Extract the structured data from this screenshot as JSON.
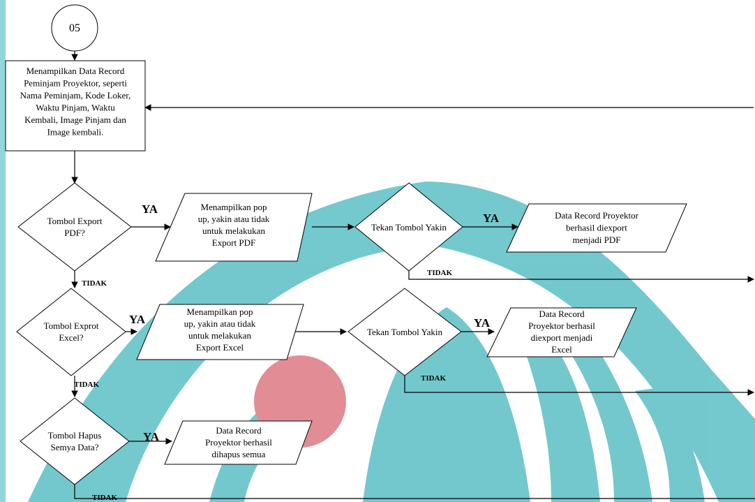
{
  "connector": "05",
  "nodes": {
    "record_process": [
      "Menampilkan Data Record",
      "Peminjam Proyektor, seperti",
      "Nama Peminjam, Kode Loker,",
      "Waktu Pinjam, Waktu",
      "Kembali, Image Pinjam dan",
      "Image kembali."
    ],
    "decision_pdf": [
      "Tombol Export",
      "PDF?"
    ],
    "popup_pdf": [
      "Menampilkan pop",
      "up, yakin atau tidak",
      "untuk melakukan",
      "Export PDF"
    ],
    "yakin_pdf": [
      "Tekan Tombol Yakin"
    ],
    "result_pdf": [
      "Data Record Proyektor",
      "berhasil diexport",
      "menjadi PDF"
    ],
    "decision_excel": [
      "Tombol Exprot",
      "Excel?"
    ],
    "popup_excel": [
      "Menampilkan pop",
      "up, yakin atau tidak",
      "untuk melakukan",
      "Export Excel"
    ],
    "yakin_excel": [
      "Tekan Tombol Yakin"
    ],
    "result_excel": [
      "Data Record",
      "Proyektor berhasil",
      "diexport menjadi",
      "Excel"
    ],
    "decision_hapus": [
      "Tombol Hapus",
      "Semya Data?"
    ],
    "result_hapus": [
      "Data Record",
      "Proyektor berhasil",
      "dihapus semua"
    ]
  },
  "labels": {
    "ya": "YA",
    "tidak": "TIDAK"
  },
  "colors": {
    "watermark_teal": "#5bbfc6",
    "watermark_red": "#de7a83",
    "watermark_left_bar": "#7fcfd5"
  }
}
